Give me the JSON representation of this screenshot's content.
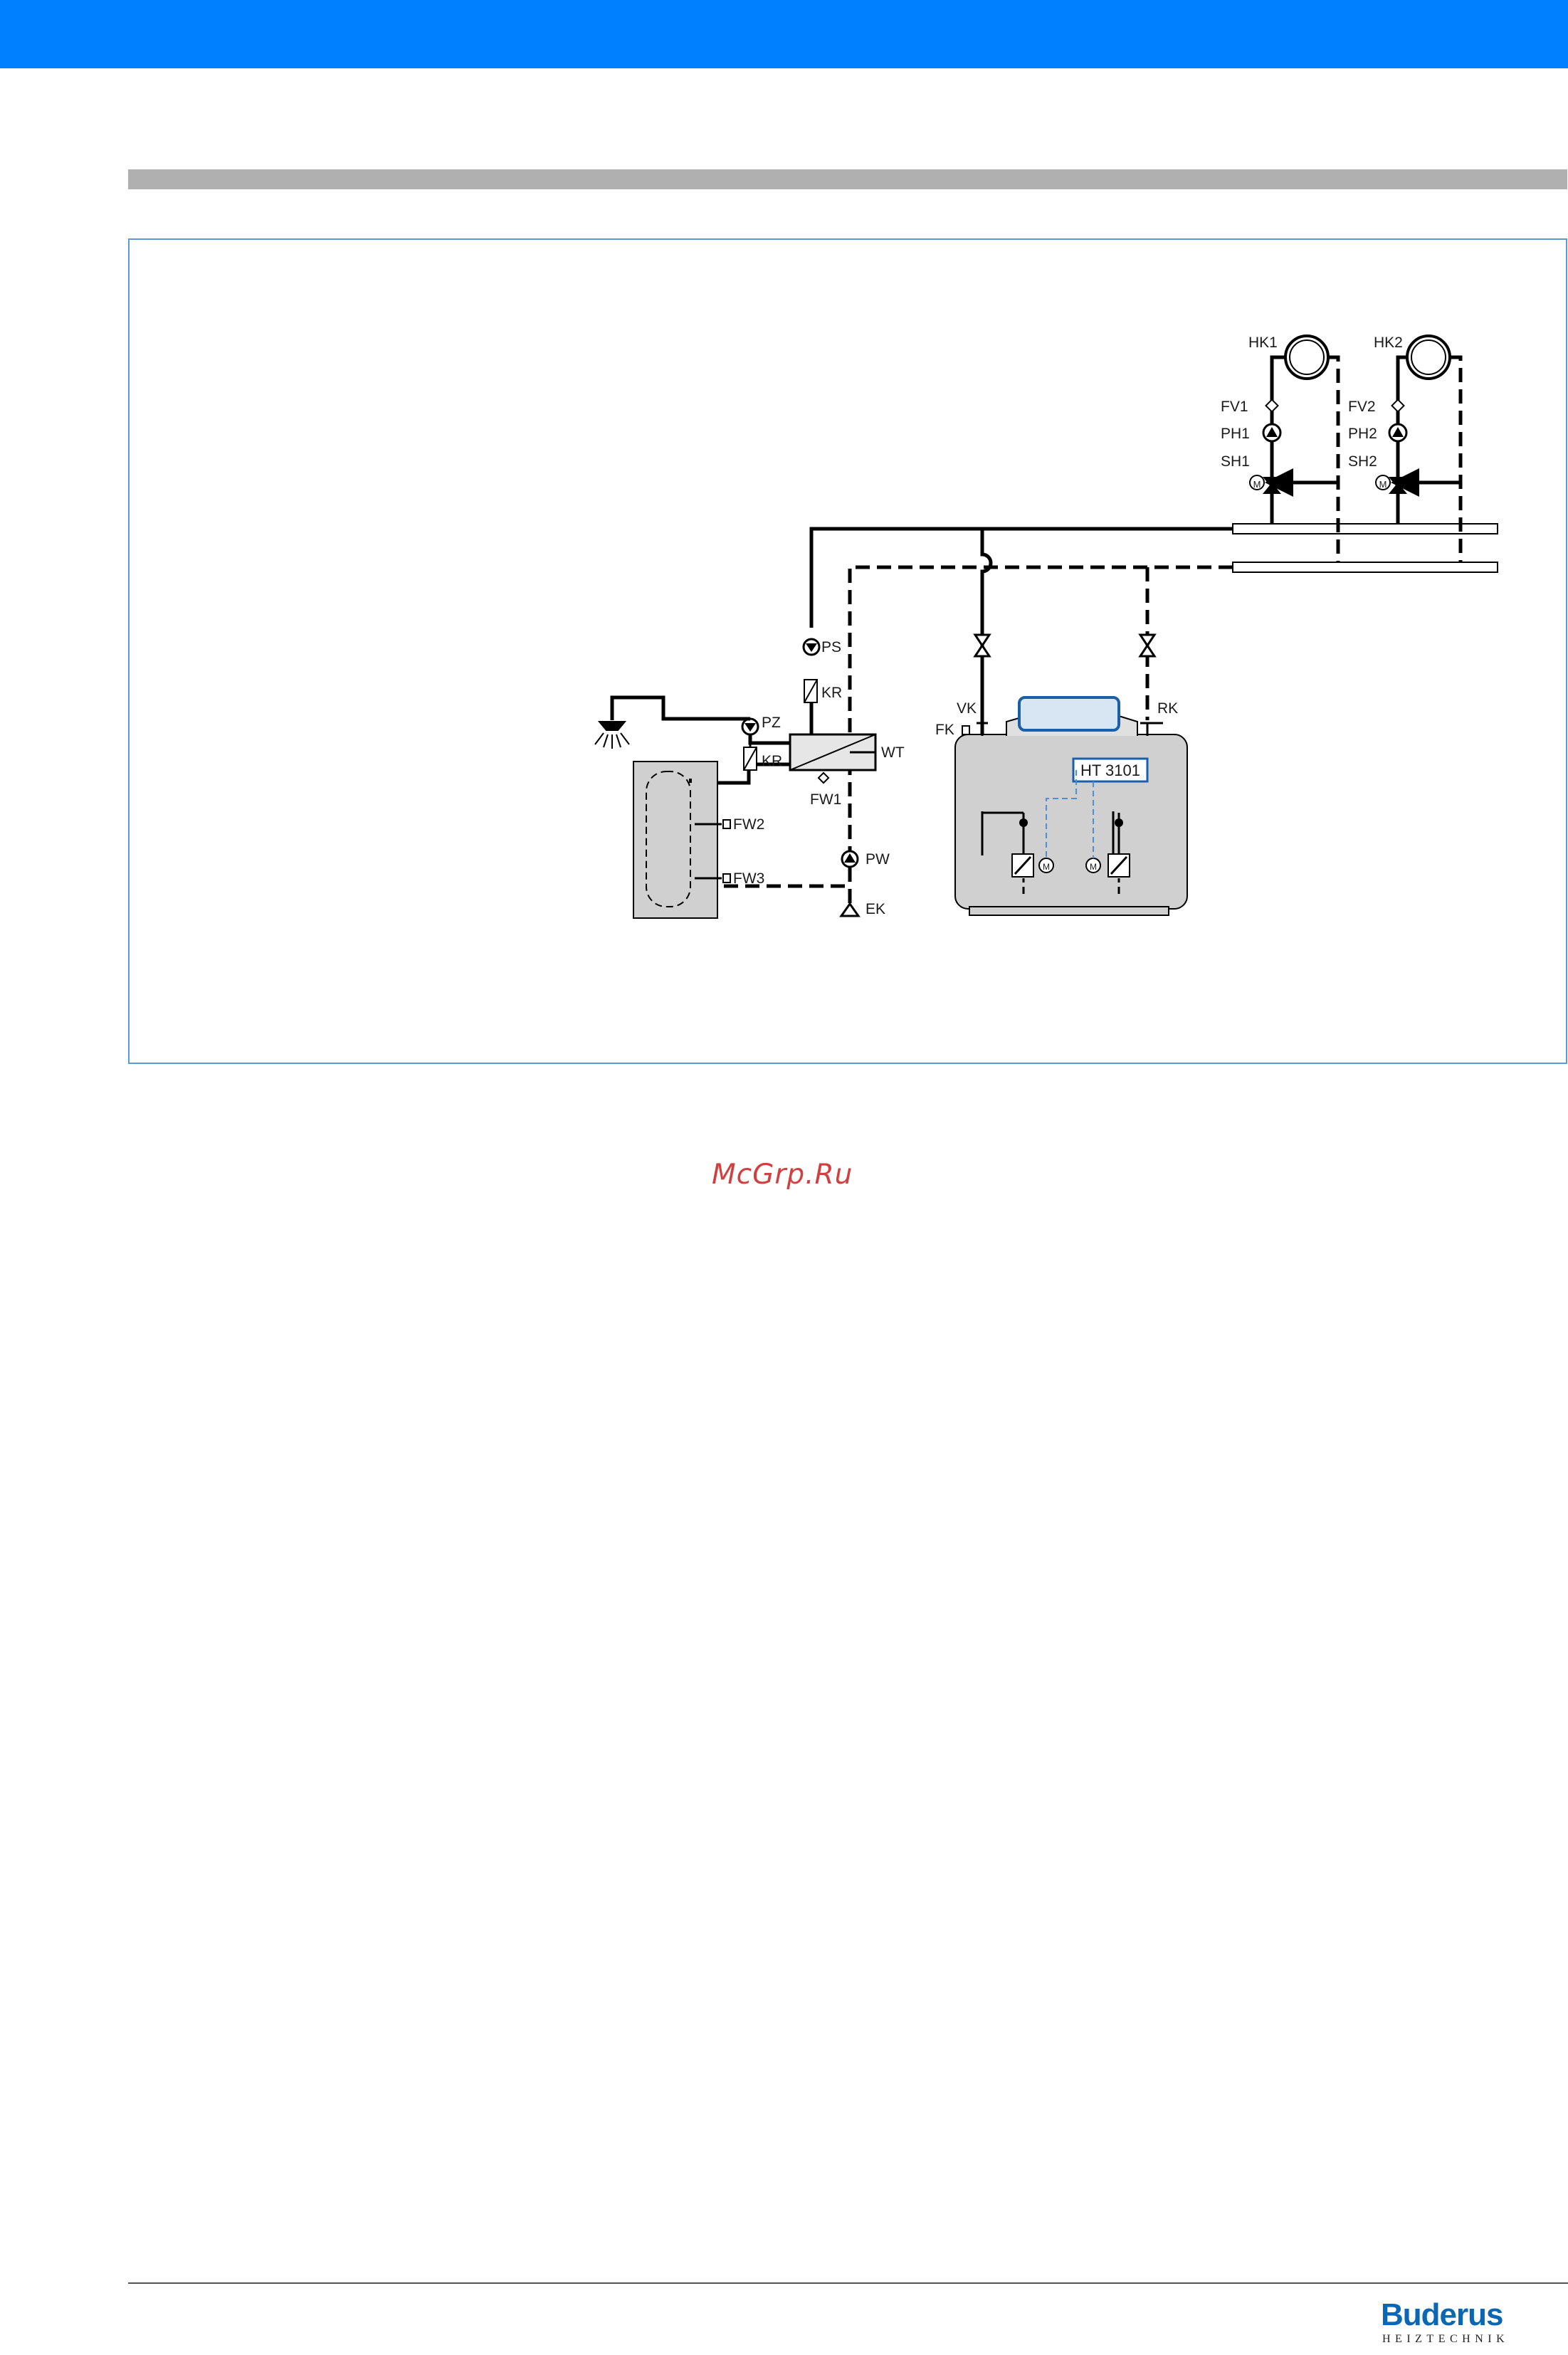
{
  "diagram": {
    "heating_circuits": [
      {
        "hk": "HK1",
        "fv": "FV1",
        "ph": "PH1",
        "sh": "SH1"
      },
      {
        "hk": "HK2",
        "fv": "FV2",
        "ph": "PH2",
        "sh": "SH2"
      }
    ],
    "dhw": {
      "ps": "PS",
      "kr1": "KR",
      "pz": "PZ",
      "kr2": "KR",
      "wt": "WT",
      "fw1": "FW1",
      "fw2": "FW2",
      "fw3": "FW3",
      "pw": "PW",
      "ek": "EK"
    },
    "boiler": {
      "vk": "VK",
      "fk": "FK",
      "rk": "RK",
      "controller": "HT 3101"
    },
    "motor_symbol": "M"
  },
  "watermark": "McGrp.Ru",
  "brand": {
    "name": "Buderus",
    "tagline": "HEIZTECHNIK",
    "color": "#0a67b4"
  },
  "colors": {
    "top_bar": "#0080ff",
    "frame": "#5b9bd5",
    "line": "#000000",
    "signal": "#4a90d9",
    "tank_fill": "#d0d0d0"
  }
}
